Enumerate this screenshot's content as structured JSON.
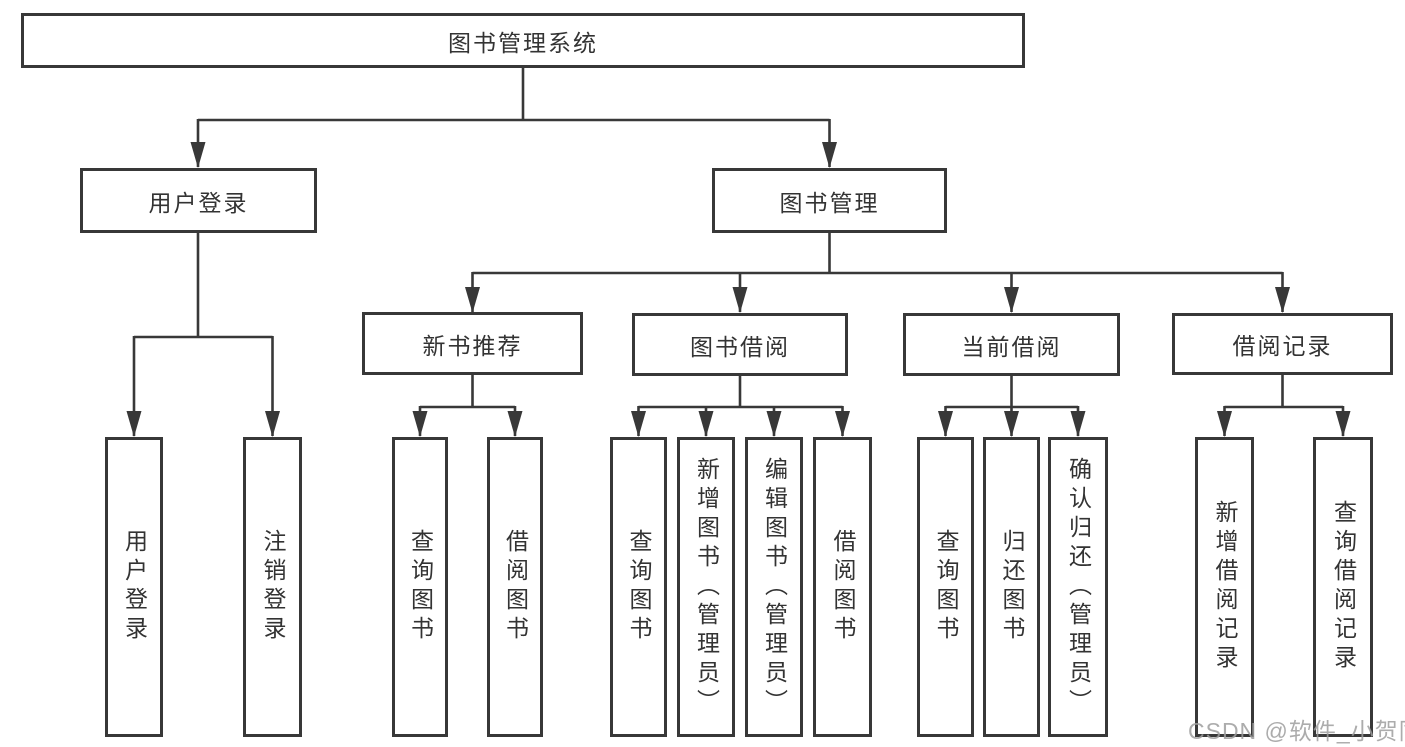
{
  "diagram": {
    "root": {
      "label": "图书管理系统"
    },
    "level2": [
      {
        "id": "user-login",
        "label": "用户登录",
        "children": [
          {
            "label": "用户登录"
          },
          {
            "label": "注销登录"
          }
        ]
      },
      {
        "id": "book-management",
        "label": "图书管理"
      }
    ],
    "level3": [
      {
        "id": "new-book-recommend",
        "label": "新书推荐",
        "children": [
          {
            "label": "查询图书"
          },
          {
            "label": "借阅图书"
          }
        ]
      },
      {
        "id": "book-borrowing",
        "label": "图书借阅",
        "children": [
          {
            "label": "查询图书"
          },
          {
            "label": "新增图书（管理员）"
          },
          {
            "label": "编辑图书（管理员）"
          },
          {
            "label": "借阅图书"
          }
        ]
      },
      {
        "id": "current-borrowing",
        "label": "当前借阅",
        "children": [
          {
            "label": "查询图书"
          },
          {
            "label": "归还图书"
          },
          {
            "label": "确认归还（管理员）"
          }
        ]
      },
      {
        "id": "borrow-records",
        "label": "借阅记录",
        "children": [
          {
            "label": "新增借阅记录"
          },
          {
            "label": "查询借阅记录"
          }
        ]
      }
    ]
  },
  "watermark": "CSDN @软件_小贺同学",
  "colors": {
    "line": "#383838",
    "text": "#333333",
    "background": "#ffffff",
    "watermark": "#9e9e9e"
  }
}
